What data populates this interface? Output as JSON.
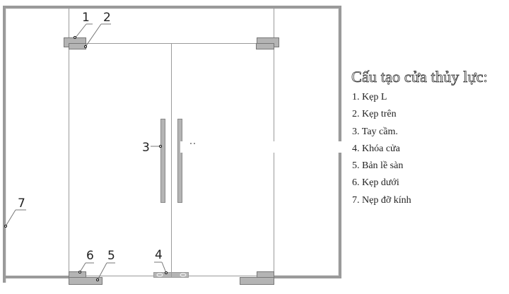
{
  "legend": {
    "title": "Cấu tạo cửa thủy lực:",
    "items": [
      {
        "number": "1",
        "label": "1. Kẹp L"
      },
      {
        "number": "2",
        "label": "2. Kẹp trên"
      },
      {
        "number": "3",
        "label": "3. Tay cầm."
      },
      {
        "number": "4",
        "label": "4. Khóa cửa"
      },
      {
        "number": "5",
        "label": "5. Bản lề sàn"
      },
      {
        "number": "6",
        "label": "6. Kẹp dưới"
      },
      {
        "number": "7",
        "label": "7. Nẹp đỡ kính"
      }
    ]
  },
  "callouts": {
    "c1": "1",
    "c2": "2",
    "c3": "3",
    "c4": "4",
    "c5": "5",
    "c6": "6",
    "c7": "7"
  },
  "colors": {
    "frame": "#999999",
    "fitting_fill": "#b4b4b4",
    "fitting_stroke": "#777777",
    "line": "#888888"
  }
}
